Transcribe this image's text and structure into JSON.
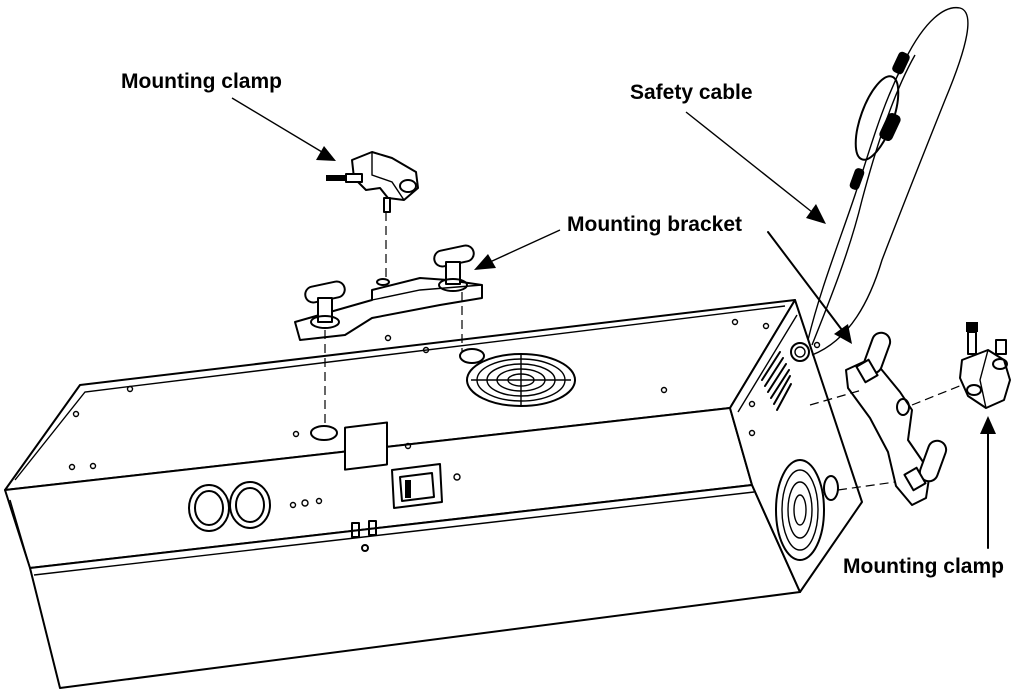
{
  "labels": {
    "clamp_top": "Mounting clamp",
    "safety_cable": "Safety cable",
    "mounting_bracket": "Mounting bracket",
    "clamp_right": "Mounting clamp"
  },
  "colors": {
    "ink": "#000000",
    "paper": "#ffffff"
  }
}
